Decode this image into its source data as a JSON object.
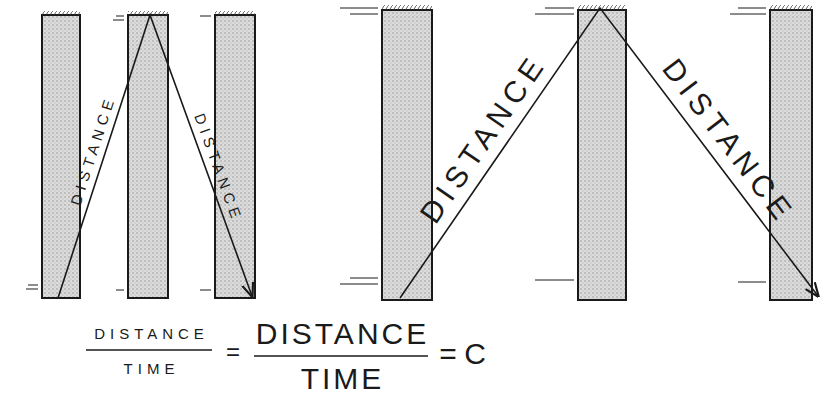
{
  "diagram": {
    "labels": [
      "DISTANCE",
      "DISTANCE",
      "DISTANCE",
      "DISTANCE",
      "DISTANCE",
      "TIME",
      "=",
      "DISTANCE",
      "TIME",
      "=",
      "C"
    ]
  }
}
